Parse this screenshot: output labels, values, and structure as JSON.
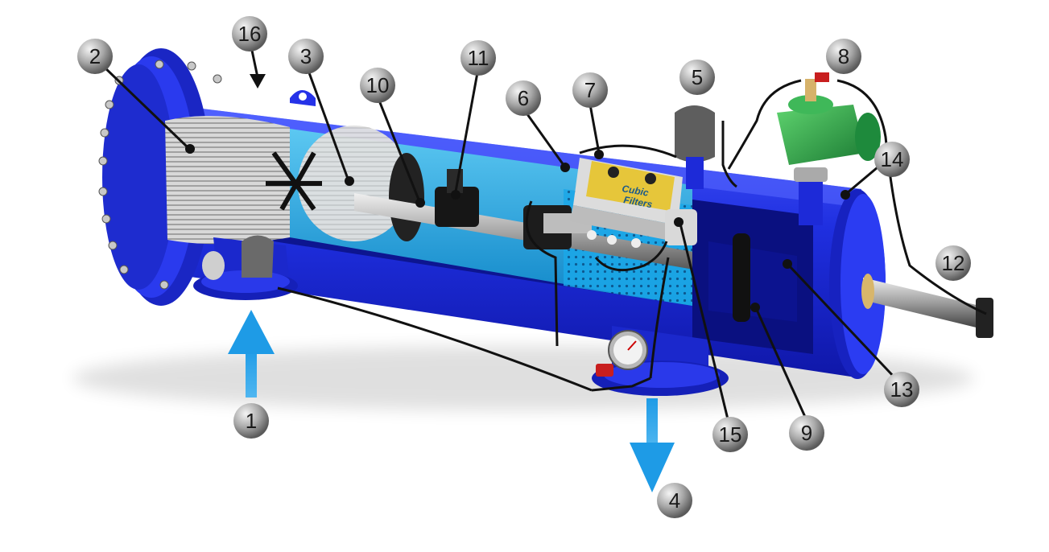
{
  "colors": {
    "body_blue": "#1f2fe0",
    "body_blue_dark": "#0f17a8",
    "body_blue_light": "#4a5bff",
    "inner_cyan": "#1aa7e8",
    "flow_arrow": "#1e9be6",
    "valve_green": "#2aa84a",
    "controller_yellow": "#e6c63a",
    "callout_gray": "#9a9a9a"
  },
  "controller": {
    "brand_line1": "Cubic",
    "brand_line2": "Filters"
  },
  "callouts": [
    {
      "id": "1",
      "label": "1"
    },
    {
      "id": "2",
      "label": "2"
    },
    {
      "id": "3",
      "label": "3"
    },
    {
      "id": "4",
      "label": "4"
    },
    {
      "id": "5",
      "label": "5"
    },
    {
      "id": "6",
      "label": "6"
    },
    {
      "id": "7",
      "label": "7"
    },
    {
      "id": "8",
      "label": "8"
    },
    {
      "id": "9",
      "label": "9"
    },
    {
      "id": "10",
      "label": "10"
    },
    {
      "id": "11",
      "label": "11"
    },
    {
      "id": "12",
      "label": "12"
    },
    {
      "id": "13",
      "label": "13"
    },
    {
      "id": "14",
      "label": "14"
    },
    {
      "id": "15",
      "label": "15"
    },
    {
      "id": "16",
      "label": "16"
    }
  ]
}
